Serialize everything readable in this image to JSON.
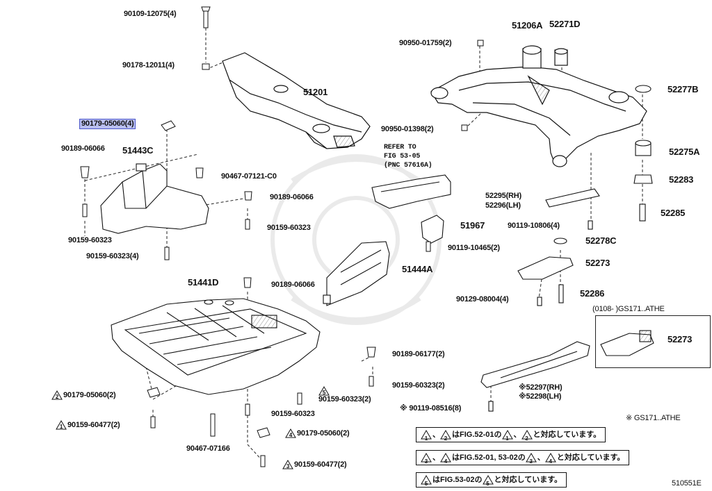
{
  "labels": {
    "p90109_12075": "90109-12075(4)",
    "p90178_12011": "90178-12011(4)",
    "p51201": "51201",
    "p90179_05060": "90179-05060(4)",
    "p90189_06066_a": "90189-06066",
    "p51443c": "51443C",
    "p90467_07121": "90467-07121-C0",
    "p90189_06066_b": "90189-06066",
    "p90159_60323_a": "90159-60323",
    "p90159_60323_b": "90159-60323",
    "p90159_60323_c": "90159-60323(4)",
    "p51441d": "51441D",
    "p90189_06066_c": "90189-06066",
    "p51444a": "51444A",
    "p90189_06177": "90189-06177(2)",
    "p90159_60323_d": "90159-60323(2)",
    "p90179_05060_2": "90179-05060(2)",
    "p90159_60323_e": "90159-60323(2)",
    "p90159_60323_f": "90159-60323",
    "p90159_60477_1": "90159-60477(2)",
    "p90179_05060_4": "90179-05060(2)",
    "p90467_07166": "90467-07166",
    "p90159_60477_3": "90159-60477(2)",
    "p90950_01759": "90950-01759(2)",
    "p51206a": "51206A",
    "p52271d": "52271D",
    "p52277b": "52277B",
    "p90950_01398": "90950-01398(2)",
    "p52275a": "52275A",
    "p52283": "52283",
    "p52295": "52295(RH)",
    "p52296": "52296(LH)",
    "p52285": "52285",
    "p90119_10806": "90119-10806(4)",
    "p51967": "51967",
    "p90119_10465": "90119-10465(2)",
    "p52278c": "52278C",
    "p52273": "52273",
    "p90129_08004": "90129-08004(4)",
    "p52286": "52286",
    "p52273_inset": "52273",
    "p52297": "※52297(RH)",
    "p52298": "※52298(LH)",
    "p90119_08516": "※ 90119-08516(8)",
    "ref_line1": "REFER TO",
    "ref_line2": "FIG 53-05",
    "ref_line3": "(PNC 57616A)",
    "inset_title": "(0108-     )GS171..ATHE",
    "footnote": "※ GS171..ATHE",
    "figure_code": "510551E"
  },
  "markers": {
    "m1": "1",
    "m2": "2",
    "m3": "3",
    "m4": "4",
    "m5": "5"
  },
  "notes": {
    "n1_a": "1",
    "n1_b": "2",
    "n1_t1": "はFIG.52-01の",
    "n1_c": "1",
    "n1_d": "2",
    "n1_t2": "と対応しています。",
    "n2_a": "3",
    "n2_b": "4",
    "n2_t1": "はFIG.52-01, 53-02の",
    "n2_c": "3",
    "n2_d": "4",
    "n2_t2": "と対応しています。",
    "n3_a": "5",
    "n3_t1": "はFIG.53-02の",
    "n3_c": "5",
    "n3_t2": "と対応しています。",
    "sep": "、",
    "comma": "、"
  },
  "colors": {
    "highlight_bg": "#b9bff0",
    "highlight_border": "#4a55c9",
    "ink": "#111111"
  }
}
